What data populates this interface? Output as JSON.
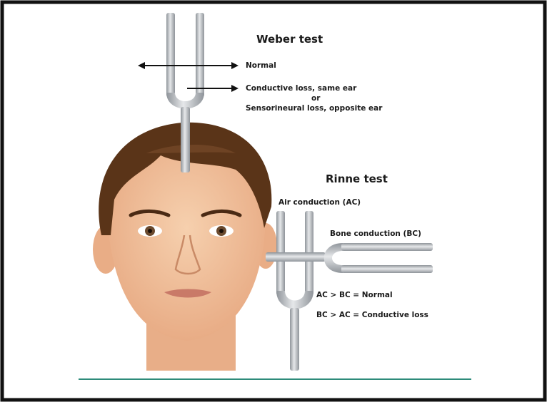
{
  "weber": {
    "title": "Weber test",
    "normal": "Normal",
    "conductive": "Conductive loss, same ear",
    "or": "or",
    "sensorineural": "Sensorineural loss, opposite ear"
  },
  "rinne": {
    "title": "Rinne test",
    "air_conduction": "Air conduction (AC)",
    "bone_conduction": "Bone conduction (BC)",
    "result_normal": "AC > BC = Normal",
    "result_conductive": "BC > AC = Conductive loss"
  },
  "colors": {
    "frame": "#111111",
    "fork": "#b9bdc2",
    "skin": "#f2c5a0",
    "hair": "#5a3418",
    "baseline": "#2e8b7a"
  }
}
